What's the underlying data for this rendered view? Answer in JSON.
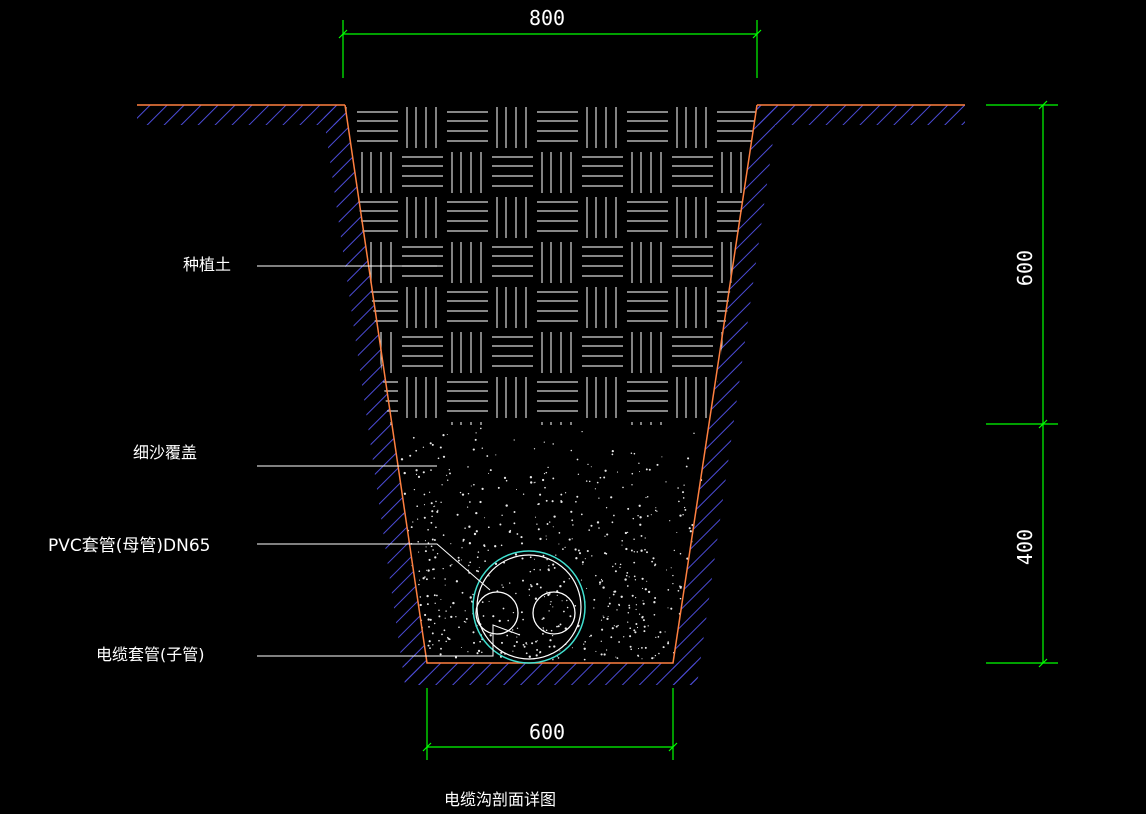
{
  "drawing": {
    "title": "电缆沟剖面详图",
    "labels": {
      "topsoil": "种植土",
      "sand": "细沙覆盖",
      "pvc_sleeve": "PVC套管(母管)DN65",
      "cable_sleeve": "电缆套管(子管)"
    },
    "dimensions": {
      "top_width": "800",
      "bottom_width": "600",
      "upper_depth": "600",
      "lower_depth": "400"
    }
  },
  "colors": {
    "background": "#000000",
    "dimension": "#00ff00",
    "trench_outline": "#ff8040",
    "hatch": "#4b4bd6",
    "pipe_outer": "#40e0d0",
    "text": "#ffffff"
  }
}
